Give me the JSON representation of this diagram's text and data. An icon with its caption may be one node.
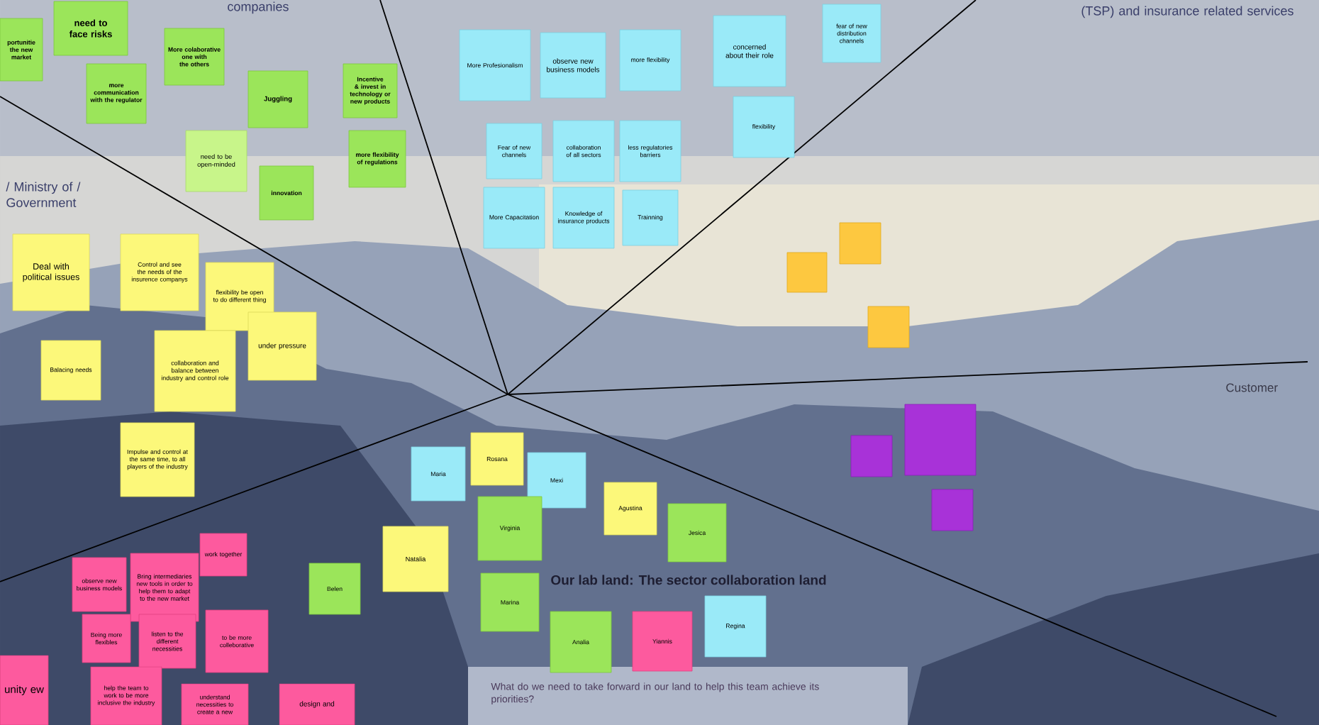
{
  "diagram": {
    "title": "Our lab land: The sector collaboration land",
    "nodes": [
      {
        "text": [
          "portunitie the new market"
        ]
      },
      {
        "text": [
          "need to face risks"
        ]
      },
      {
        "text": [
          "more communication with the regulator"
        ]
      },
      {
        "text": [
          "More colaborative one with the others"
        ]
      },
      {
        "text": [
          "Juggling"
        ]
      },
      {
        "text": [
          "Incentive & invest in technology or new products"
        ]
      },
      {
        "text": [
          "need to be open-minded"
        ]
      },
      {
        "text": [
          "more flexibility of regulations"
        ]
      },
      {
        "text": [
          "innovation"
        ]
      },
      {
        "text": [
          "More Profesionalism"
        ]
      },
      {
        "text": [
          "observe new business models"
        ]
      },
      {
        "text": [
          "more flexibility"
        ]
      },
      {
        "text": [
          "concerned about their role"
        ]
      },
      {
        "text": [
          "fear of new distribution channels"
        ]
      },
      {
        "text": [
          "Fear of new channels"
        ]
      },
      {
        "text": [
          "collaboration of all sectors"
        ]
      },
      {
        "text": [
          "less regulatories barriers"
        ]
      },
      {
        "text": [
          "flexibility"
        ]
      },
      {
        "text": [
          "More Capacitation"
        ]
      },
      {
        "text": [
          "Knowledge of insurance products"
        ]
      },
      {
        "text": [
          "Trainning"
        ]
      },
      {
        "text": [
          "Deal with political issues"
        ]
      },
      {
        "text": [
          "Control and see the needs of the insurence companys"
        ]
      },
      {
        "text": [
          "flexibility be open to do different thing"
        ]
      },
      {
        "text": [
          "Balacing needs"
        ]
      },
      {
        "text": [
          "collaboration and balance between industry and control role"
        ]
      },
      {
        "text": [
          "under pressure"
        ]
      },
      {
        "text": [
          "Impulse and control at the same time, to all players of the industry"
        ]
      },
      {
        "text": [],
        "shape": "box"
      },
      {
        "text": [],
        "shape": "box"
      },
      {
        "text": [],
        "shape": "box"
      },
      {
        "text": [],
        "shape": "box"
      },
      {
        "text": [],
        "shape": "box"
      },
      {
        "text": [],
        "shape": "box"
      },
      {
        "text": [
          "Maria"
        ]
      },
      {
        "text": [
          "Rosana"
        ]
      },
      {
        "text": [
          "Mexi"
        ]
      },
      {
        "text": [
          "Virginia"
        ]
      },
      {
        "text": [
          "Agustina"
        ]
      },
      {
        "text": [
          "Jesica"
        ]
      },
      {
        "text": [
          "Natalia"
        ]
      },
      {
        "text": [
          "work together"
        ]
      },
      {
        "text": [
          "observe new business models"
        ]
      },
      {
        "text": [
          "Bring intermediaries new tools in order to help them to adapt to the new market"
        ]
      },
      {
        "text": [
          "Belen"
        ]
      },
      {
        "text": [
          "Marina"
        ]
      },
      {
        "text": [
          "Regina"
        ]
      },
      {
        "text": [
          "to be more colleborative"
        ]
      },
      {
        "text": [
          "Analia"
        ]
      },
      {
        "text": [
          "Yiannis"
        ]
      },
      {
        "text": [
          "Being more flexibles"
        ]
      },
      {
        "text": [
          "listen to the different necessities"
        ]
      },
      {
        "text": [
          "unity ew"
        ]
      },
      {
        "text": [
          "help the team to work to be more inclusive the industry"
        ]
      },
      {
        "text": [
          "understand necessities to create a new"
        ]
      },
      {
        "text": [
          "design and"
        ]
      }
    ],
    "labels": [
      "companies",
      "(TSP) and insurance related services",
      "/ Ministry of / Government",
      "Customer",
      "What do we need to take forward in our land to help this team achieve its priorities?"
    ]
  }
}
